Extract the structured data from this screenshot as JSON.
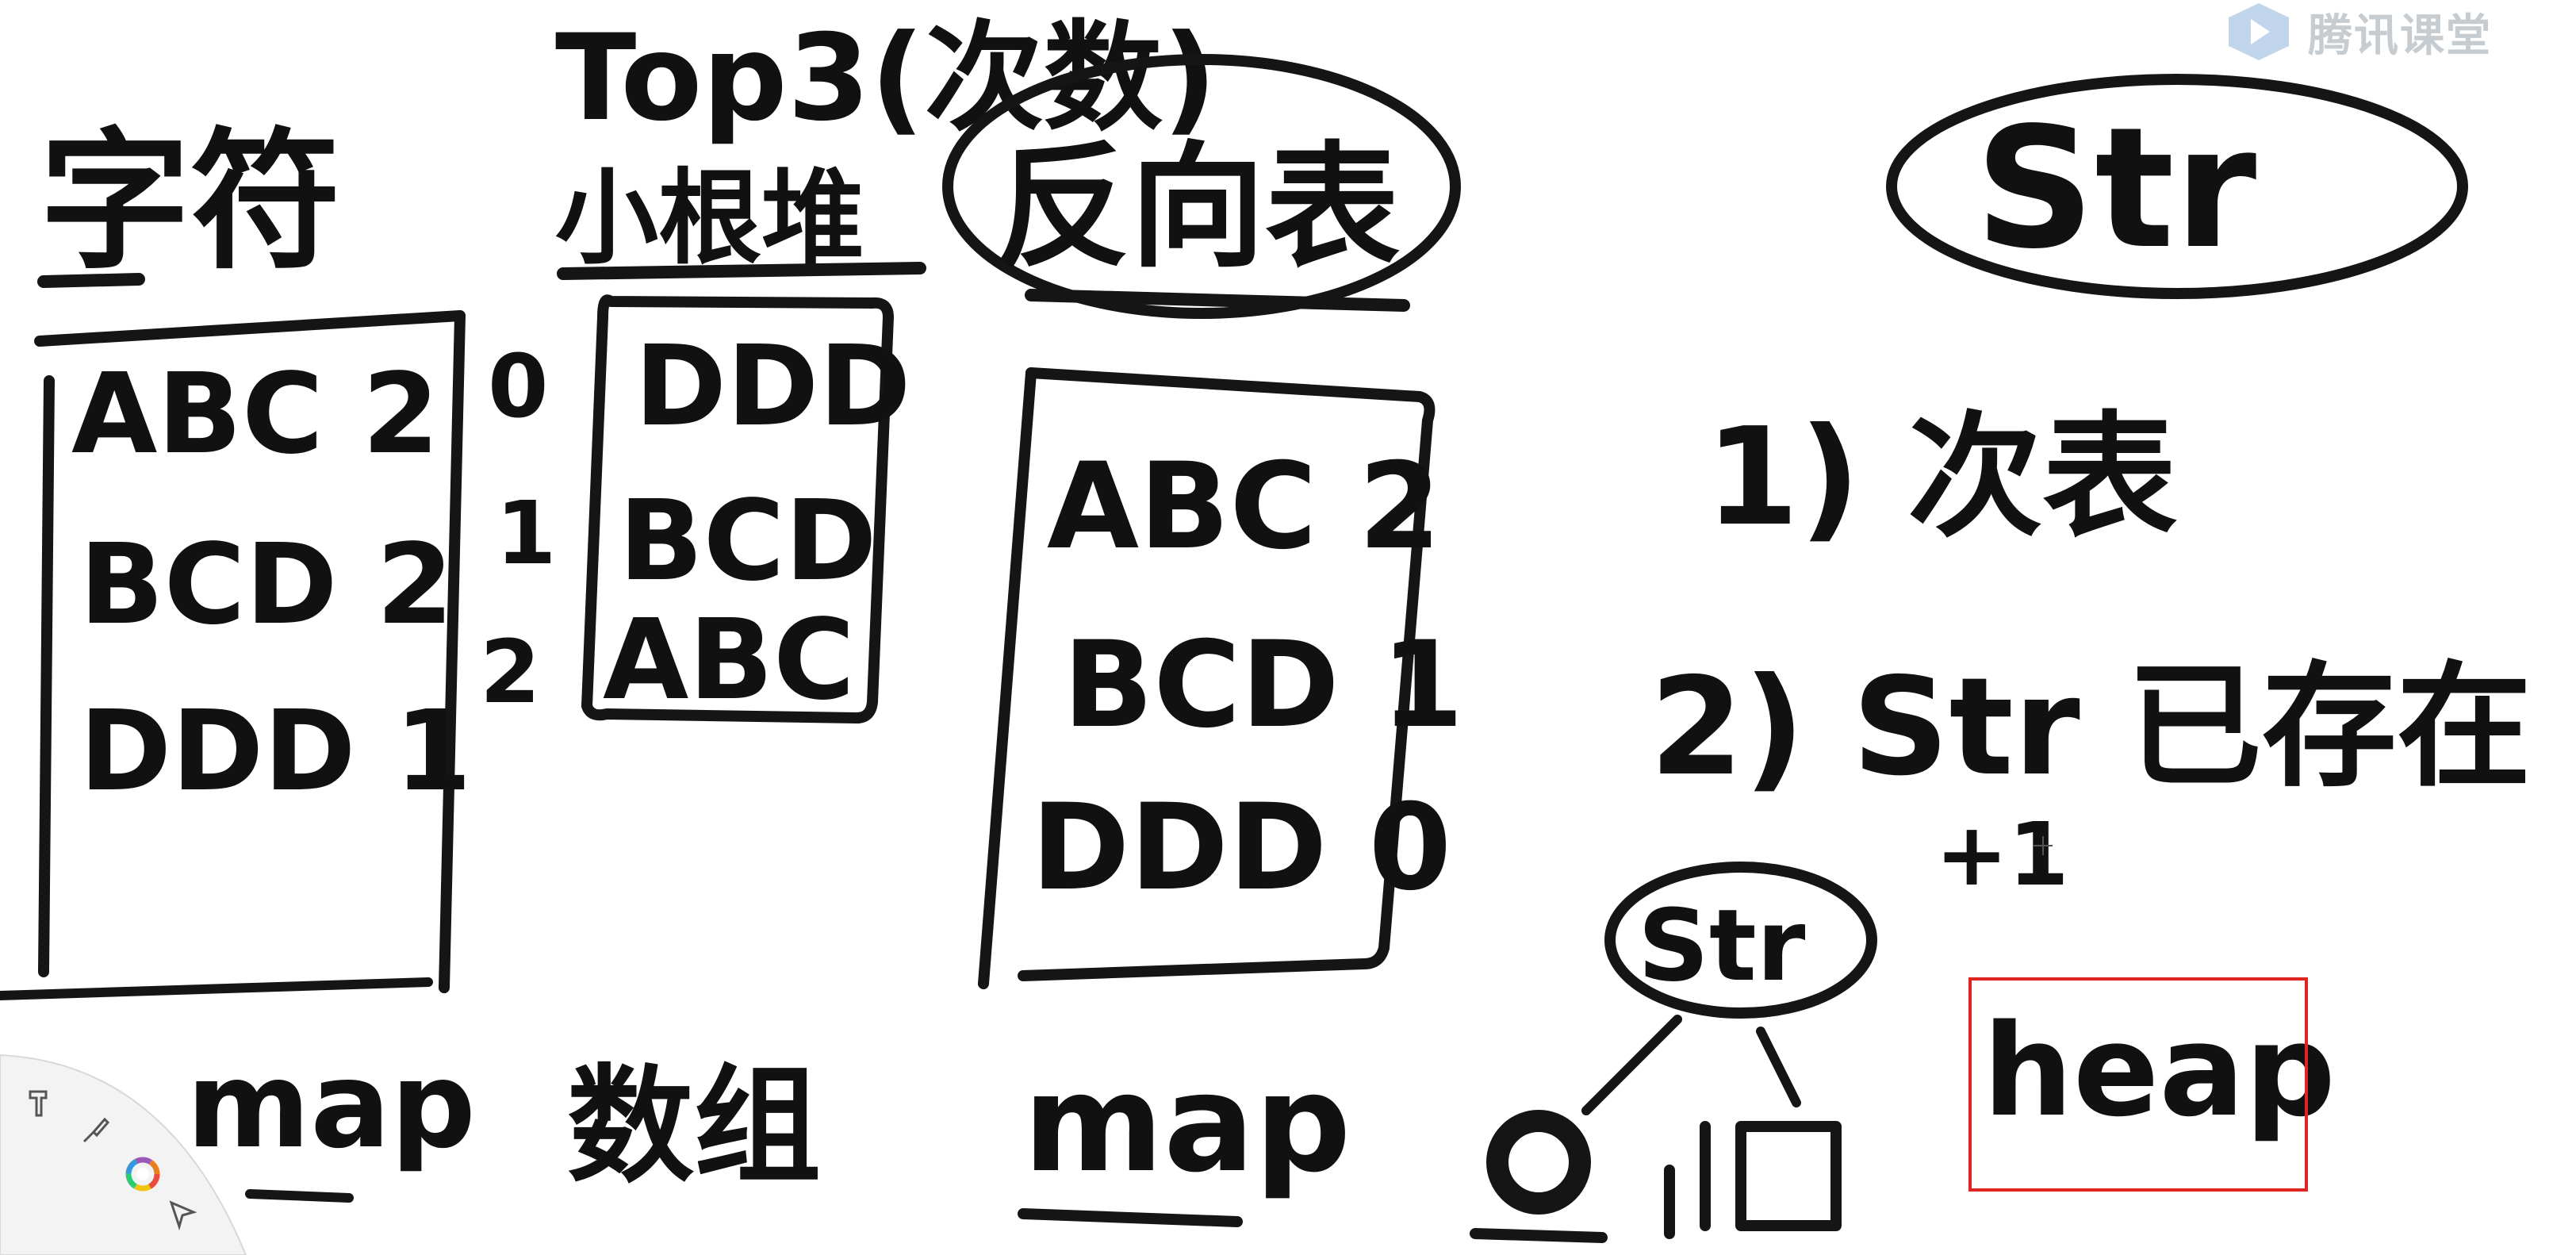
{
  "watermark": {
    "text": "腾讯课堂",
    "icon": "play-logo-icon"
  },
  "board": {
    "col1": {
      "title": "字符",
      "rows": [
        "ABC 2",
        "BCD 2",
        "DDD 1"
      ],
      "label": "map"
    },
    "col2": {
      "title_top": "Top3(次数)",
      "title_bottom": "小根堆",
      "index": [
        "0",
        "1",
        "2"
      ],
      "rows": [
        "DDD",
        "BCD",
        "ABC"
      ],
      "label": "数组"
    },
    "col3": {
      "title": "反向表",
      "rows": [
        "ABC 2",
        "BCD 1",
        "DDD 0"
      ],
      "label": "map"
    },
    "right": {
      "title": "Str",
      "step1": "1) 次表",
      "step2": "2) Str 已存在",
      "plus_one": "+1",
      "tree_root": "Str",
      "heap": "heap"
    }
  },
  "toolbar": {
    "tools": [
      "hammer-icon",
      "brush-icon",
      "color-wheel-icon",
      "pointer-icon"
    ]
  },
  "colors": {
    "ink": "#151515",
    "selection": "#e02424",
    "watermark": "#9aa3ad"
  }
}
